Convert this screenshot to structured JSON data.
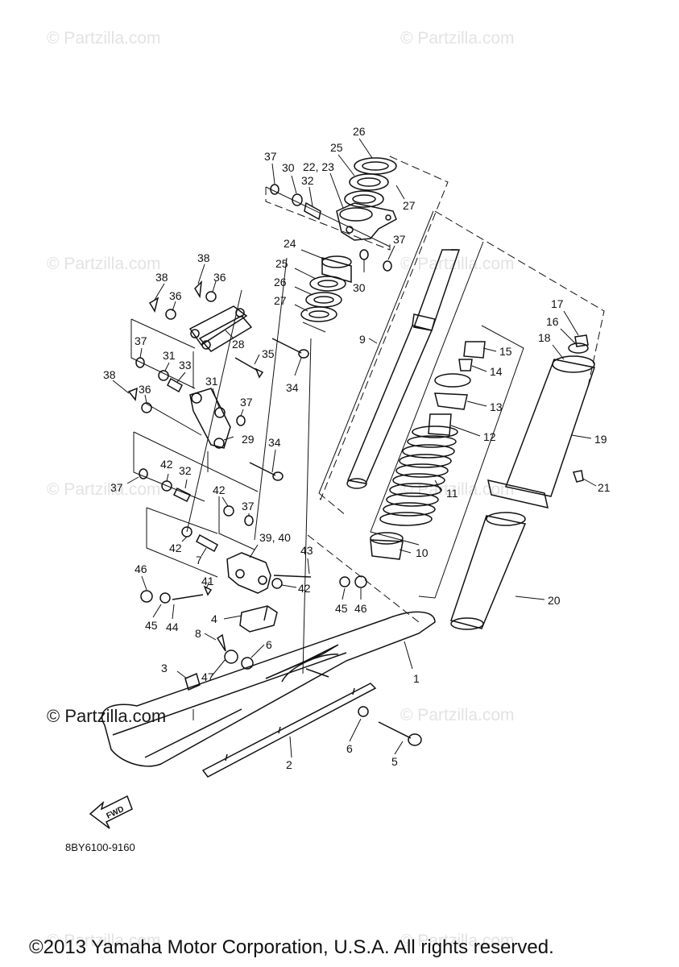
{
  "watermark": "© Partzilla.com",
  "diagram_code": "8BY6100-9160",
  "copyright": "©2013 Yamaha Motor Corporation, U.S.A. All rights reserved.",
  "fwd_label": "FWD",
  "callouts": {
    "c26a": "26",
    "c25a": "25",
    "c2223": "22, 23",
    "c32a": "32",
    "c30a": "30",
    "c37a": "37",
    "c27a": "27",
    "c37b": "37",
    "c30b": "30",
    "c24": "24",
    "c25b": "25",
    "c26b": "26",
    "c27b": "27",
    "c38a": "38",
    "c36a": "36",
    "c38b": "38",
    "c36b": "36",
    "c28": "28",
    "c35": "35",
    "c34a": "34",
    "c9": "9",
    "c37c": "37",
    "c31a": "31",
    "c33": "33",
    "c38c": "38",
    "c36c": "36",
    "c31b": "31",
    "c37d": "37",
    "c29": "29",
    "c34b": "34",
    "c15": "15",
    "c14": "14",
    "c13": "13",
    "c12": "12",
    "c11": "11",
    "c10": "10",
    "c17": "17",
    "c16": "16",
    "c18": "18",
    "c19": "19",
    "c21": "21",
    "c20": "20",
    "c37e": "37",
    "c42a": "42",
    "c32b": "32",
    "c42b": "42",
    "c37f": "37",
    "c42c": "42",
    "c7": "7",
    "c3940": "39, 40",
    "c43": "43",
    "c46a": "46",
    "c41": "41",
    "c42d": "42",
    "c45a": "45",
    "c44": "44",
    "c4": "4",
    "c45b": "45",
    "c46b": "46",
    "c8": "8",
    "c6a": "6",
    "c47": "47",
    "c3": "3",
    "c1": "1",
    "c6b": "6",
    "c5": "5",
    "c2": "2"
  }
}
